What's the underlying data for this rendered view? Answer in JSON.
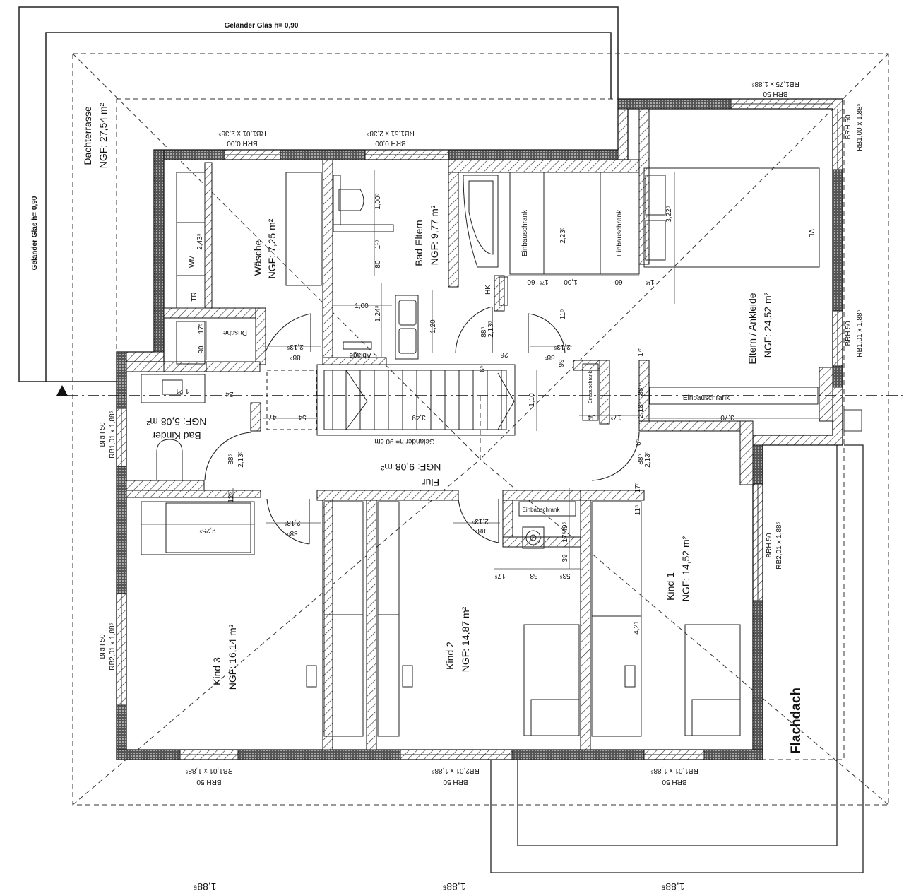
{
  "railings": {
    "top": "Geländer Glas h= 0,90",
    "left": "Geländer Glas h= 0,90"
  },
  "flat_roof": "Flachdach",
  "stair_railing": "Geländer h= 90 cm",
  "rooms": {
    "terrace": {
      "name": "Dachterrasse",
      "area": "NGF: 27,54 m²"
    },
    "laundry": {
      "name": "Wäsche",
      "area": "NGF: 7,25 m²"
    },
    "bath_parents": {
      "name": "Bad Eltern",
      "area": "NGF: 9,77 m²"
    },
    "parents": {
      "name": "Eltern / Ankleide",
      "area": "NGF:    24,52 m²"
    },
    "bath_kids": {
      "name": "Bad Kinder",
      "area": "NGF: 5,08 m²"
    },
    "hall": {
      "name": "Flur",
      "area": "NGF: 9,08 m²"
    },
    "kid3": {
      "name": "Kind 3",
      "area": "NGF: 16,14 m²"
    },
    "kid2": {
      "name": "Kind 2",
      "area": "NGF: 14,87 m²"
    },
    "kid1": {
      "name": "Kind 1",
      "area": "NGF: 14,52 m²"
    }
  },
  "fixtures": {
    "wm": "WM",
    "tr": "TR",
    "shower": "Dusche",
    "shelf": "Ablage",
    "hk": "HK",
    "wardrobe": "Einbauschrank",
    "wardrobe_small": "Einbauschrank",
    "wardrobe_kid": "Einbauschrank",
    "wardrobe_parents": "Einbauschrank",
    "vl": "VL"
  },
  "windows": {
    "w1": {
      "brh": "BRH 0,00",
      "rb": "RB1,01 x 2,38⁵"
    },
    "w2": {
      "brh": "BRH 0,00",
      "rb": "RB1,51 x 2,38⁵"
    },
    "w3": {
      "brh": "BRH 50",
      "rb": "RB1,75 x 1,88⁵"
    },
    "w4": {
      "brh": "BRH 50",
      "rb": "RB1,00 x 1,88⁵"
    },
    "w5": {
      "brh": "BRH 50",
      "rb": "RB1,01 x 1,88⁵"
    },
    "w6": {
      "brh": "BRH 50",
      "rb": "RB1,01 x 1,88⁵"
    },
    "w7": {
      "brh": "BRH 50",
      "rb": "RB2,01 x 1,88⁵"
    },
    "w8": {
      "brh": "BRH 50",
      "rb": "RB2,01 x 1,88⁵"
    },
    "w9": {
      "brh": "BRH 50",
      "rb": "RB1,01 x 1,88⁵"
    },
    "w10": {
      "brh": "BRH 50",
      "rb": "RB2,01 x 1,88⁵"
    },
    "w11": {
      "brh": "BRH 50",
      "rb": "RB1,01 x 1,88⁵"
    }
  },
  "dims": {
    "d_243": "2,43⁵",
    "d_100a": "1,00⁵",
    "d_115a": "1¹⁵",
    "d_80": "80",
    "d_100b": "1,00",
    "d_124": "1,24⁵",
    "d_120": "1,20",
    "d_223": "2,23⁵",
    "d_322": "3,22⁵",
    "d_60a": "60",
    "d_175": "1⁷⁵",
    "d_100c": "1,00",
    "d_60b": "60",
    "d_115b": "1¹⁵",
    "d_99": "99",
    "d_115c": "11⁵",
    "d_88a": "88⁵",
    "d_213a": "2,13⁵",
    "d_88b": "88⁵",
    "d_213b": "2,13⁵",
    "d_88c": "88⁵",
    "d_213c": "2,13⁵",
    "d_26": "26",
    "d_88d": "88⁵",
    "d_175b": "1⁷⁵",
    "d_90": "90",
    "d_175c": "17⁵",
    "d_121": "1,21",
    "d_24": "24",
    "d_47": "47",
    "d_54": "54",
    "d_349": "3,49",
    "d_110": "1,10",
    "d_175d": "17⁵",
    "d_34": "34",
    "d_370": "3,70",
    "d_88e": "88⁵",
    "d_213e": "2,13⁵",
    "d_88f": "88⁵",
    "d_213f": "2,13⁵",
    "d_65": "6⁵",
    "d_115d": "11⁵",
    "d_175e": "17⁵",
    "d_125": "12⁵",
    "d_225": "2,25⁵",
    "d_88g": "88⁵",
    "d_213g": "2,13⁵",
    "d_88h": "88⁵",
    "d_213h": "2,13⁵",
    "d_49": "49⁵",
    "d_175f": "17⁵",
    "d_39": "39",
    "d_175g": "17⁵",
    "d_58": "58",
    "d_53": "53⁵",
    "d_421": "4,21",
    "d_188a": "1,88⁵",
    "d_188b": "1,88⁵",
    "d_188c": "1,88⁵",
    "d_65b": "6⁵"
  }
}
